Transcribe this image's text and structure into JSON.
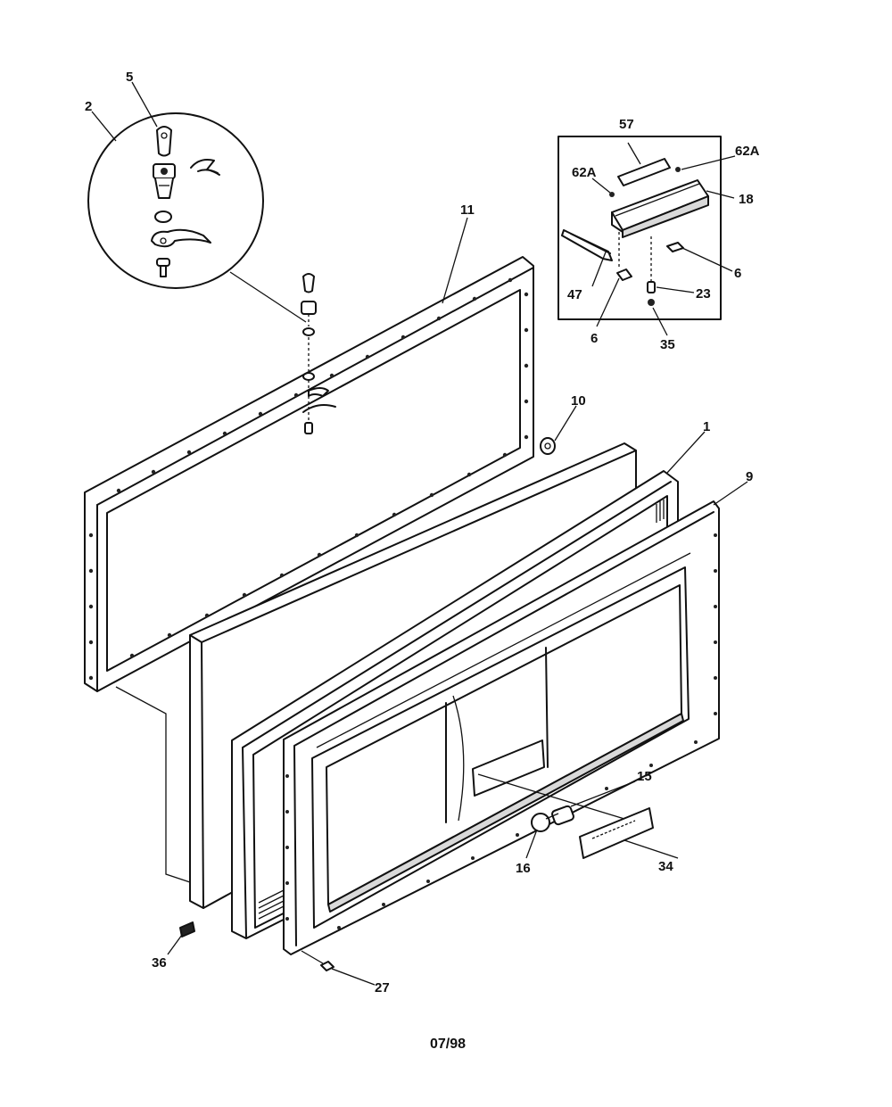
{
  "callouts": {
    "c1": "1",
    "c2": "2",
    "c5": "5",
    "c6a": "6",
    "c6b": "6",
    "c9": "9",
    "c10": "10",
    "c11": "11",
    "c15": "15",
    "c16": "16",
    "c18": "18",
    "c23": "23",
    "c27": "27",
    "c34": "34",
    "c35": "35",
    "c36": "36",
    "c47": "47",
    "c57": "57",
    "c62a_left": "62A",
    "c62a_right": "62A"
  },
  "footer": {
    "date": "07/98"
  }
}
